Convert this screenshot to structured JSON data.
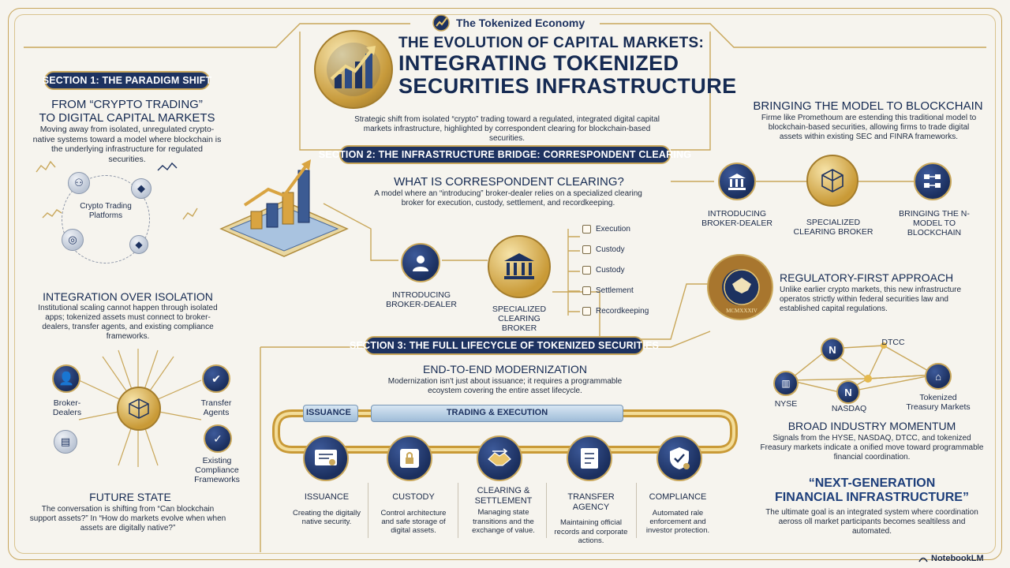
{
  "header": {
    "brand": "The Tokenized Economy",
    "title_line1": "THE EVOLUTION OF CAPITAL MARKETS:",
    "title_line2": "INTEGRATING TOKENIZED",
    "title_line3": "SECURITIES INFRASTRUCTURE",
    "subtitle": "Strategic shift from isolated “crypto” trading toward a regulated, integrated digital capital markets infrastructure, highlighted by correspondent clearing for blockchain-based securities."
  },
  "section1": {
    "pill": "SECTION 1: THE PARADIGM SHIFT",
    "heading_line1": "FROM “CRYPTO TRADING”",
    "heading_line2": "TO DIGITAL CAPITAL MARKETS",
    "body": "Moving away from isolated, unregulated crypto-native systems toward a model where blockchain is the underlying infrastructure for regulated securities.",
    "circle_label": "Crypto Trading Platforms",
    "integration_heading": "INTEGRATION OVER ISOLATION",
    "integration_body": "Institutional scaling cannot happen through isolated apps; tokenized assets must connect to broker-dealers, transfer agents, and existing compliance frameworks.",
    "node_broker": "Broker-Dealers",
    "node_transfer": "Transfer Agents",
    "node_compliance": "Existing Compliance Frameworks",
    "future_heading": "FUTURE STATE",
    "future_body": "The conversation is shifting from “Can blockchain support assets?” In “How do markets evolve when when assets are digitally native?”"
  },
  "section2": {
    "pill": "SECTION 2: THE INFRASTRUCTURE BRIDGE: CORRESPONDENT CLEARING",
    "heading": "WHAT IS CORRESPONDENT CLEARING?",
    "body": "A model where an “introducing” broker-dealer relies on a specialized clearing broker for execution, custody, settlement, and recordkeeping.",
    "introducing": "INTRODUCING BROKER-DEALER",
    "specialized": "SPECIALIZED CLEARING BROKER",
    "checklist": [
      "Execution",
      "Custody",
      "Custody",
      "Settlement",
      "Recordkeeping"
    ]
  },
  "right": {
    "bringing_heading": "BRINGING THE MODEL TO BLOCKCHAIN",
    "bringing_body": "Firme like Promethoum are estending this traditional model to blockchain-based securities, allowing firms to trade digital assets within existing SEC and FINRA frameworks.",
    "node1": "INTRODUCING BROKER-DEALER",
    "node2": "SPECIALIZED CLEARING BROKER",
    "node3": "BRINGING THE N-MODEL TO BLOCKCHAIN",
    "seal_text": "MCMXXXIV",
    "regulatory_heading": "REGULATORY-FIRST APPROACH",
    "regulatory_body": "Unlike earlier crypto markets, this new infrastructure operatos strictly within federal securities law and established capital regulations.",
    "net_dtcc": "DTCC",
    "net_nyse": "NYSE",
    "net_nasdaq": "NASDAQ",
    "net_tokenized": "Tokenized Treasury Markets",
    "broad_heading": "BROAD INDUSTRY MOMENTUM",
    "broad_body": "Signals from the HYSE, NASDAQ, DTCC, and tokenized Freasury markets indicate a onified move toward programmable financial coordination.",
    "quote_line1": "“NEXT-GENERATION",
    "quote_line2": "FINANCIAL INFRASTRUCTURE”",
    "quote_body": "The ultimate goal is an integrated system where coordination aeross oll market participants becomes sealtiless and automated."
  },
  "section3": {
    "pill": "SECTION 3: THE FULL LIFECYCLE OF TOKENIZED SECURITIES",
    "heading": "END-TO-END MODERNIZATION",
    "body": "Modernization isn't just about issuance; it requires a programmable ecoystem covering the entire asset lifecycle.",
    "bar_issuance": "ISSUANCE",
    "bar_trading": "TRADING & EXECUTION",
    "stages": [
      {
        "title": "ISSUANCE",
        "desc": "Creating the digitally native security."
      },
      {
        "title": "CUSTODY",
        "desc": "Control architecture and safe storage of digital assets."
      },
      {
        "title": "CLEARING & SETTLEMENT",
        "desc": "Managing state transitions and the exchange of value."
      },
      {
        "title": "TRANSFER AGENCY",
        "desc": "Maintaining official records and corporate actions."
      },
      {
        "title": "COMPLIANCE",
        "desc": "Automated rale enforcement and investor protection."
      }
    ]
  },
  "footer": {
    "brand": "NotebookLM"
  },
  "colors": {
    "navy": "#1d3260",
    "gold": "#c9a75a",
    "cream": "#f6f4ee"
  }
}
